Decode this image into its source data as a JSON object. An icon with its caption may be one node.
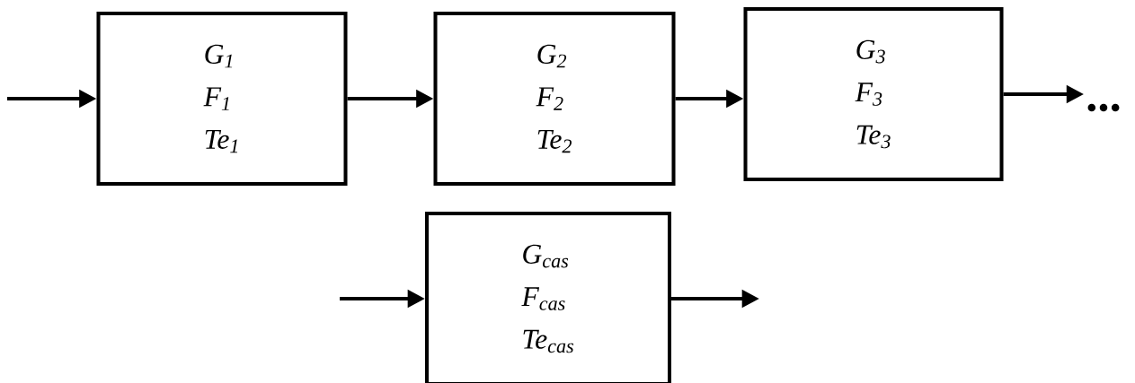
{
  "diagram": {
    "nodes": [
      {
        "text": [
          "G$_{1}$",
          "F$_{1}$",
          "Te$_{1}$"
        ]
      },
      {
        "text": [
          "G$_{2}$",
          "F$_{2}$",
          "Te$_{2}$"
        ]
      },
      {
        "text": [
          "G$_{3}$",
          "F$_{3}$",
          "Te$_{3}$"
        ]
      },
      {
        "text": [
          "..."
        ]
      },
      {
        "text": [
          "G$_{cas}$",
          "F$_{cas}$",
          "Te$_{cas}$"
        ]
      }
    ],
    "edges": [
      {
        "from": null,
        "to": 0,
        "arrow": "to"
      },
      {
        "from": 0,
        "to": 1,
        "arrow": "to"
      },
      {
        "from": 1,
        "to": 2,
        "arrow": "to"
      },
      {
        "from": 2,
        "to": 3,
        "arrow": "to"
      },
      {
        "from": null,
        "to": 4,
        "arrow": "to"
      },
      {
        "from": 4,
        "to": null,
        "arrow": "to"
      }
    ]
  }
}
